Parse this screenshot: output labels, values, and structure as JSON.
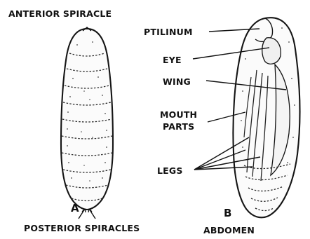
{
  "figure": {
    "panels": [
      {
        "letter": "A",
        "labels": {
          "anterior_spiracle": "ANTERIOR SPIRACLE",
          "posterior_spiracles": "POSTERIOR SPIRACLES"
        }
      },
      {
        "letter": "B",
        "labels": {
          "ptilinum": "PTILINUM",
          "eye": "EYE",
          "wing": "WING",
          "mouth_parts_1": "MOUTH",
          "mouth_parts_2": "PARTS",
          "legs": "LEGS",
          "abdomen": "ABDOMEN"
        }
      }
    ]
  }
}
